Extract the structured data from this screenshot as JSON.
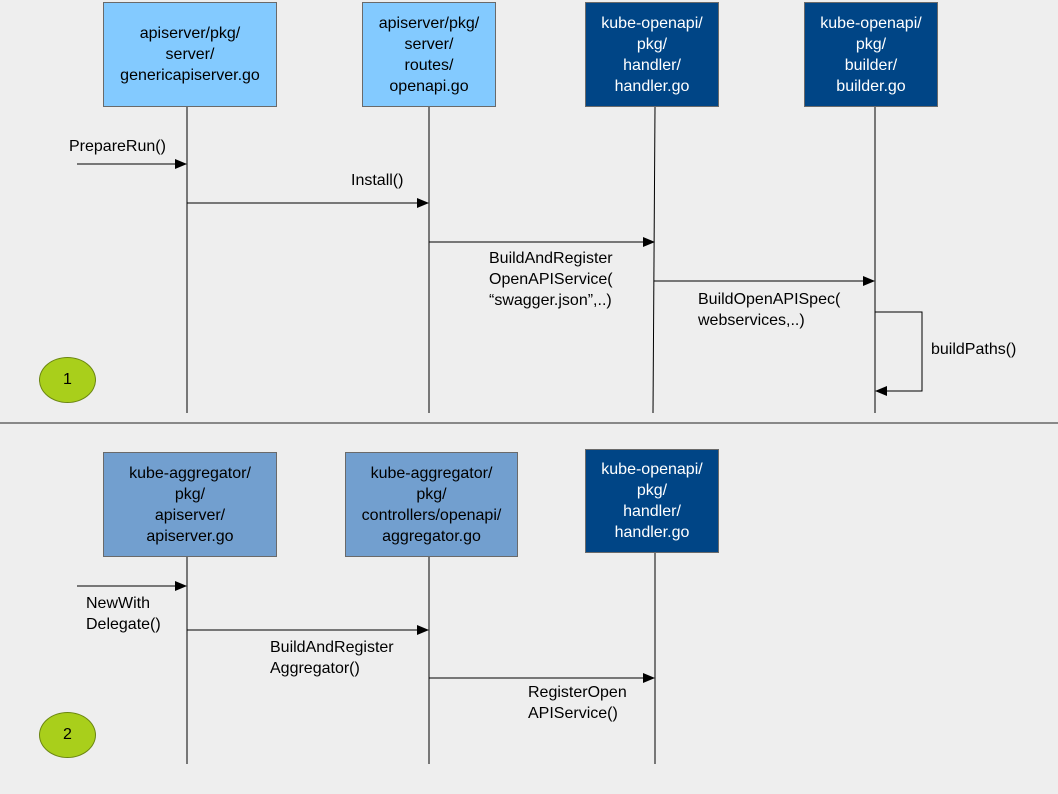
{
  "colors": {
    "background": "#eeeeee",
    "light_box": "#83caff",
    "mid_box": "#729fcf",
    "dark_box": "#004586",
    "step_circle": "#a9cf1b",
    "line": "#000000"
  },
  "section1": {
    "step": "1",
    "participants": [
      {
        "lines": [
          "apiserver/pkg/",
          "server/",
          "genericapiserver.go"
        ]
      },
      {
        "lines": [
          "apiserver/pkg/",
          "server/",
          "routes/",
          "openapi.go"
        ]
      },
      {
        "lines": [
          "kube-openapi/",
          "pkg/",
          "handler/",
          "handler.go"
        ]
      },
      {
        "lines": [
          "kube-openapi/",
          "pkg/",
          "builder/",
          "builder.go"
        ]
      }
    ],
    "messages": [
      {
        "lines": [
          "PrepareRun()"
        ]
      },
      {
        "lines": [
          "Install()"
        ]
      },
      {
        "lines": [
          "BuildAndRegister",
          "OpenAPIService(",
          "“swagger.json”,..)"
        ]
      },
      {
        "lines": [
          "BuildOpenAPISpec(",
          "webservices,..)"
        ]
      },
      {
        "lines": [
          "buildPaths()"
        ]
      }
    ]
  },
  "section2": {
    "step": "2",
    "participants": [
      {
        "lines": [
          "kube-aggregator/",
          "pkg/",
          "apiserver/",
          "apiserver.go"
        ]
      },
      {
        "lines": [
          "kube-aggregator/",
          "pkg/",
          "controllers/openapi/",
          "aggregator.go"
        ]
      },
      {
        "lines": [
          "kube-openapi/",
          "pkg/",
          "handler/",
          "handler.go"
        ]
      }
    ],
    "messages": [
      {
        "lines": [
          "NewWith",
          "Delegate()"
        ]
      },
      {
        "lines": [
          "BuildAndRegister",
          "Aggregator()"
        ]
      },
      {
        "lines": [
          "RegisterOpen",
          "APIService()"
        ]
      }
    ]
  }
}
